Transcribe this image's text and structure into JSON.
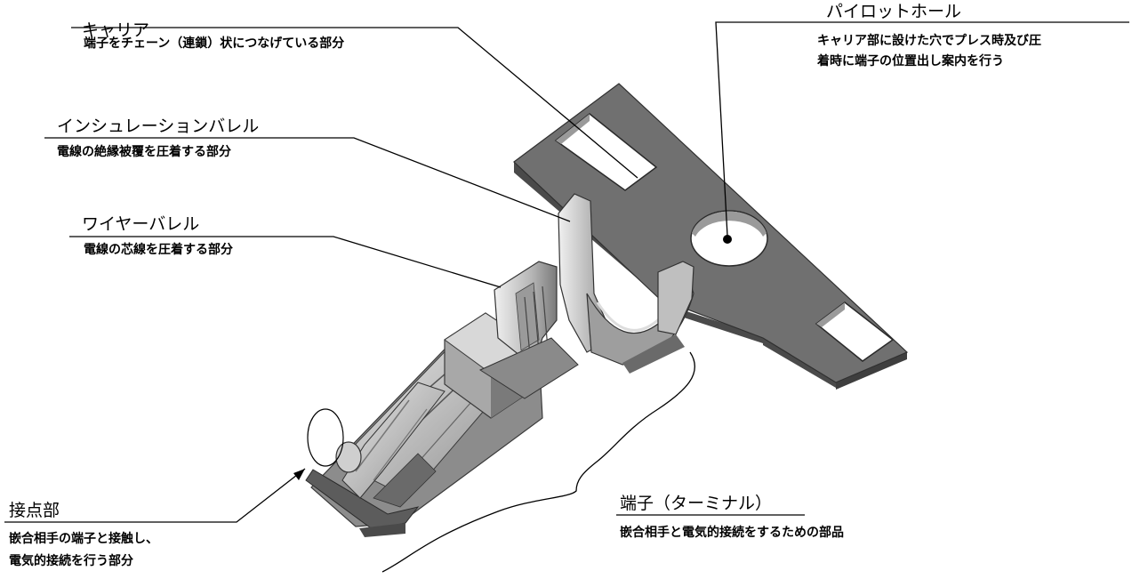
{
  "callouts": {
    "carrier": {
      "title": "キャリア",
      "desc": "端子をチェーン（連鎖）状につなげている部分"
    },
    "pilot_hole": {
      "title": "パイロットホール",
      "desc_line1": "キャリア部に設けた穴でプレス時及び圧",
      "desc_line2": "着時に端子の位置出し案内を行う"
    },
    "insulation_barrel": {
      "title": "インシュレーションバレル",
      "desc": "電線の絶縁被覆を圧着する部分"
    },
    "wire_barrel": {
      "title": "ワイヤーバレル",
      "desc": "電線の芯線を圧着する部分"
    },
    "contact": {
      "title": "接点部",
      "desc_line1": "嵌合相手の端子と接触し、",
      "desc_line2": "電気的接続を行う部分"
    },
    "terminal": {
      "title": "端子（ターミナル）",
      "desc": "嵌合相手と電気的接続をするための部品"
    }
  },
  "colors": {
    "carrier_face": "#6e6e6e",
    "carrier_edge": "#4a4a4a",
    "terminal_light": "#c9c9c9",
    "terminal_mid": "#9c9c9c",
    "terminal_dark": "#6a6a6a",
    "line": "#000000"
  }
}
